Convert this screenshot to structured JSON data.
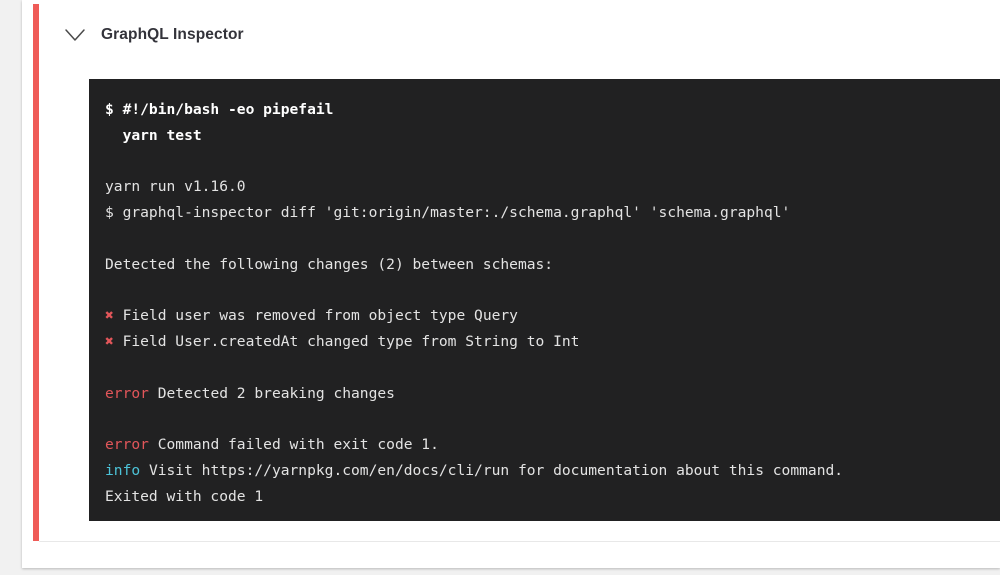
{
  "card": {
    "status_color": "#ef5b57",
    "background": "#ffffff"
  },
  "step_header": {
    "icon": "chevron-down-icon",
    "title": "GraphQL Inspector",
    "expanded": true
  },
  "terminal": {
    "background": "#212122",
    "colors": {
      "text": "#e8e8e8",
      "command": "#ffffff",
      "error": "#e2565a",
      "info": "#4cc3d8"
    },
    "lines": [
      {
        "type": "command",
        "prompt": "$",
        "text": "#!/bin/bash -eo pipefail"
      },
      {
        "type": "command",
        "prompt": "",
        "text": "  yarn test"
      },
      {
        "type": "blank",
        "text": ""
      },
      {
        "type": "plain",
        "text": "yarn run v1.16.0"
      },
      {
        "type": "plain",
        "text": "$ graphql-inspector diff 'git:origin/master:./schema.graphql' 'schema.graphql'"
      },
      {
        "type": "blank",
        "text": ""
      },
      {
        "type": "plain",
        "text": "Detected the following changes (2) between schemas:"
      },
      {
        "type": "blank",
        "text": ""
      },
      {
        "type": "marked",
        "marker": "✖",
        "text": " Field user was removed from object type Query"
      },
      {
        "type": "marked",
        "marker": "✖",
        "text": " Field User.createdAt changed type from String to Int"
      },
      {
        "type": "blank",
        "text": ""
      },
      {
        "type": "labeled",
        "label": "error",
        "label_kind": "error",
        "text": " Detected 2 breaking changes"
      },
      {
        "type": "blank",
        "text": ""
      },
      {
        "type": "labeled",
        "label": "error",
        "label_kind": "error",
        "text": " Command failed with exit code 1."
      },
      {
        "type": "labeled",
        "label": "info",
        "label_kind": "info",
        "text": " Visit https://yarnpkg.com/en/docs/cli/run for documentation about this command."
      },
      {
        "type": "plain",
        "text": "Exited with code 1"
      }
    ]
  }
}
